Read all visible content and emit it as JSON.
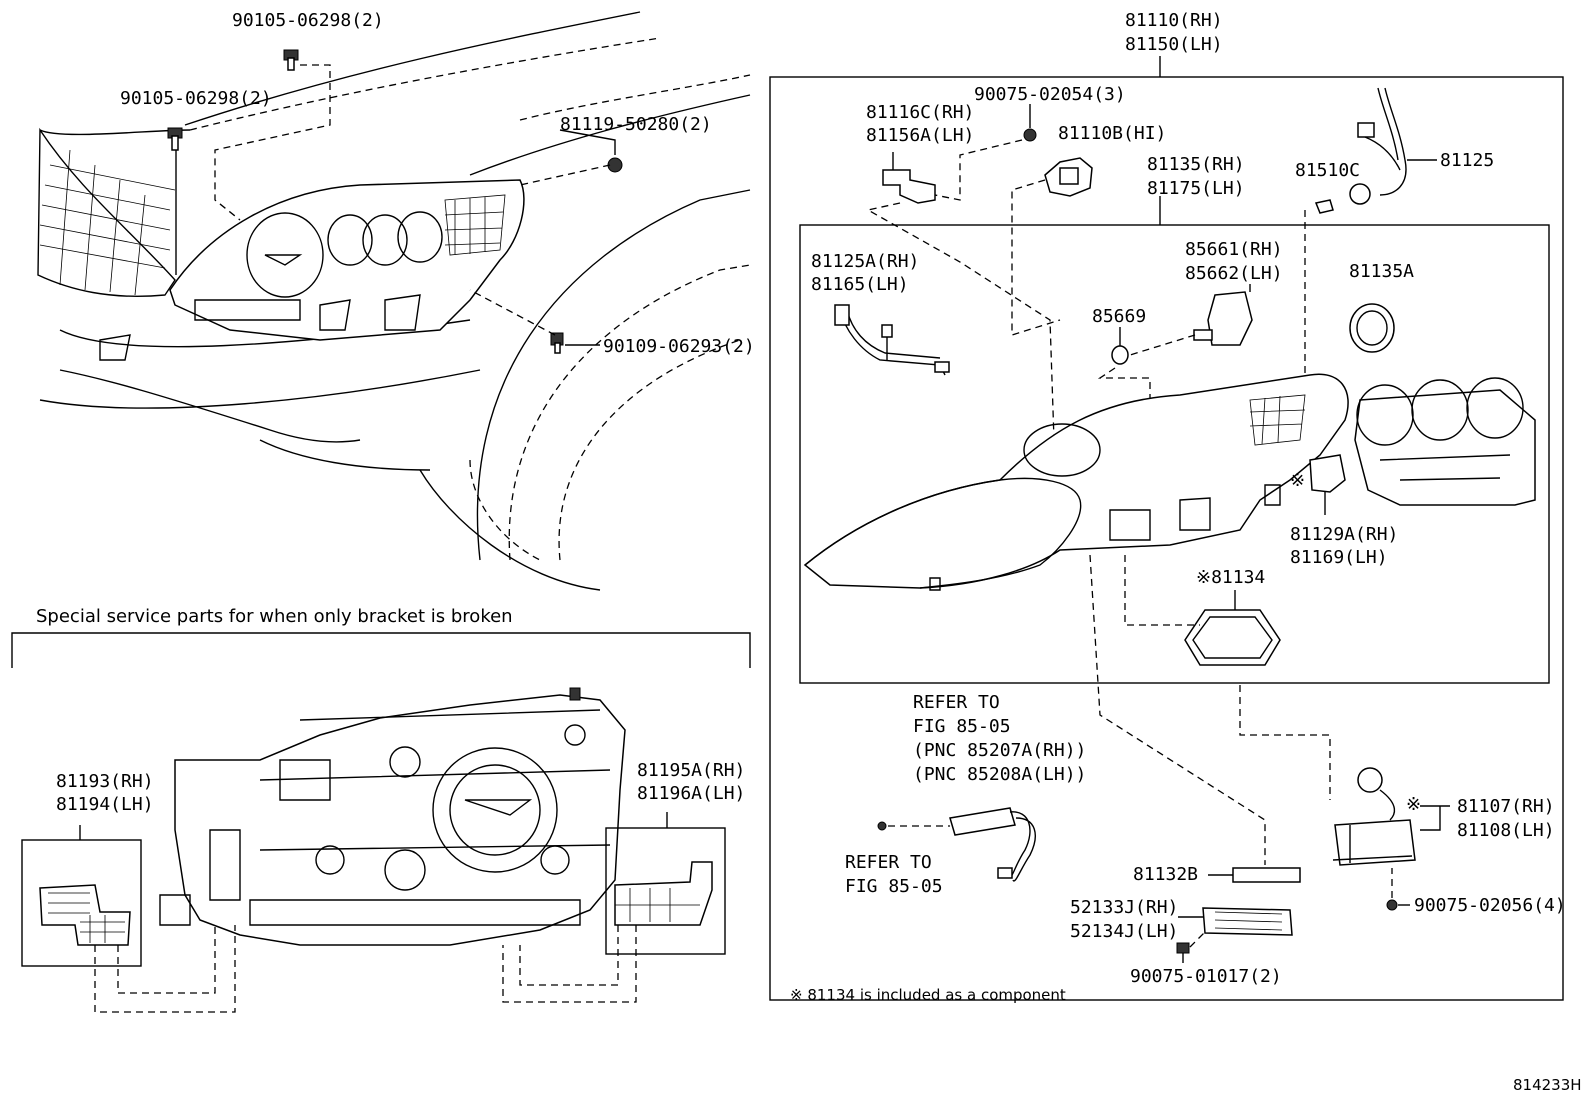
{
  "diagram_id": "814233H",
  "special_service_heading": "Special service parts for when only bracket is broken",
  "footnote": "※ 81134 is included as a component",
  "labels": {
    "p_90105_06298_top": "90105-06298(2)",
    "p_90105_06298_left": "90105-06298(2)",
    "p_81119_50280": "81119-50280(2)",
    "p_90109_06293": "90109-06293(2)",
    "p_81110_rh": "81110(RH)",
    "p_81150_lh": "81150(LH)",
    "p_81116c_rh": "81116C(RH)",
    "p_81156a_lh": "81156A(LH)",
    "p_90075_02054": "90075-02054(3)",
    "p_81110b": "81110B(HI)",
    "p_81135_rh": "81135(RH)",
    "p_81175_lh": "81175(LH)",
    "p_81510c": "81510C",
    "p_81125": "81125",
    "p_81125a_rh": "81125A(RH)",
    "p_81165_lh": "81165(LH)",
    "p_85661_rh": "85661(RH)",
    "p_85662_lh": "85662(LH)",
    "p_85669": "85669",
    "p_81135a": "81135A",
    "p_81129a_rh": "81129A(RH)",
    "p_81169_lh": "81169(LH)",
    "p_81134": "※81134",
    "p_81134_mark": "※",
    "refer1_l1": "REFER TO",
    "refer1_l2": "FIG 85-05",
    "refer1_l3": "(PNC 85207A(RH))",
    "refer1_l4": "(PNC 85208A(LH))",
    "refer2_l1": "REFER TO",
    "refer2_l2": "FIG 85-05",
    "p_81107_rh": "81107(RH)",
    "p_81108_lh": "81108(LH)",
    "p_81107_mark": "※",
    "p_81132b": "81132B",
    "p_90075_02056": "90075-02056(4)",
    "p_52133j_rh": "52133J(RH)",
    "p_52134j_lh": "52134J(LH)",
    "p_90075_01017": "90075-01017(2)",
    "p_81193_rh": "81193(RH)",
    "p_81194_lh": "81194(LH)",
    "p_81195a_rh": "81195A(RH)",
    "p_81196a_lh": "81196A(LH)"
  }
}
